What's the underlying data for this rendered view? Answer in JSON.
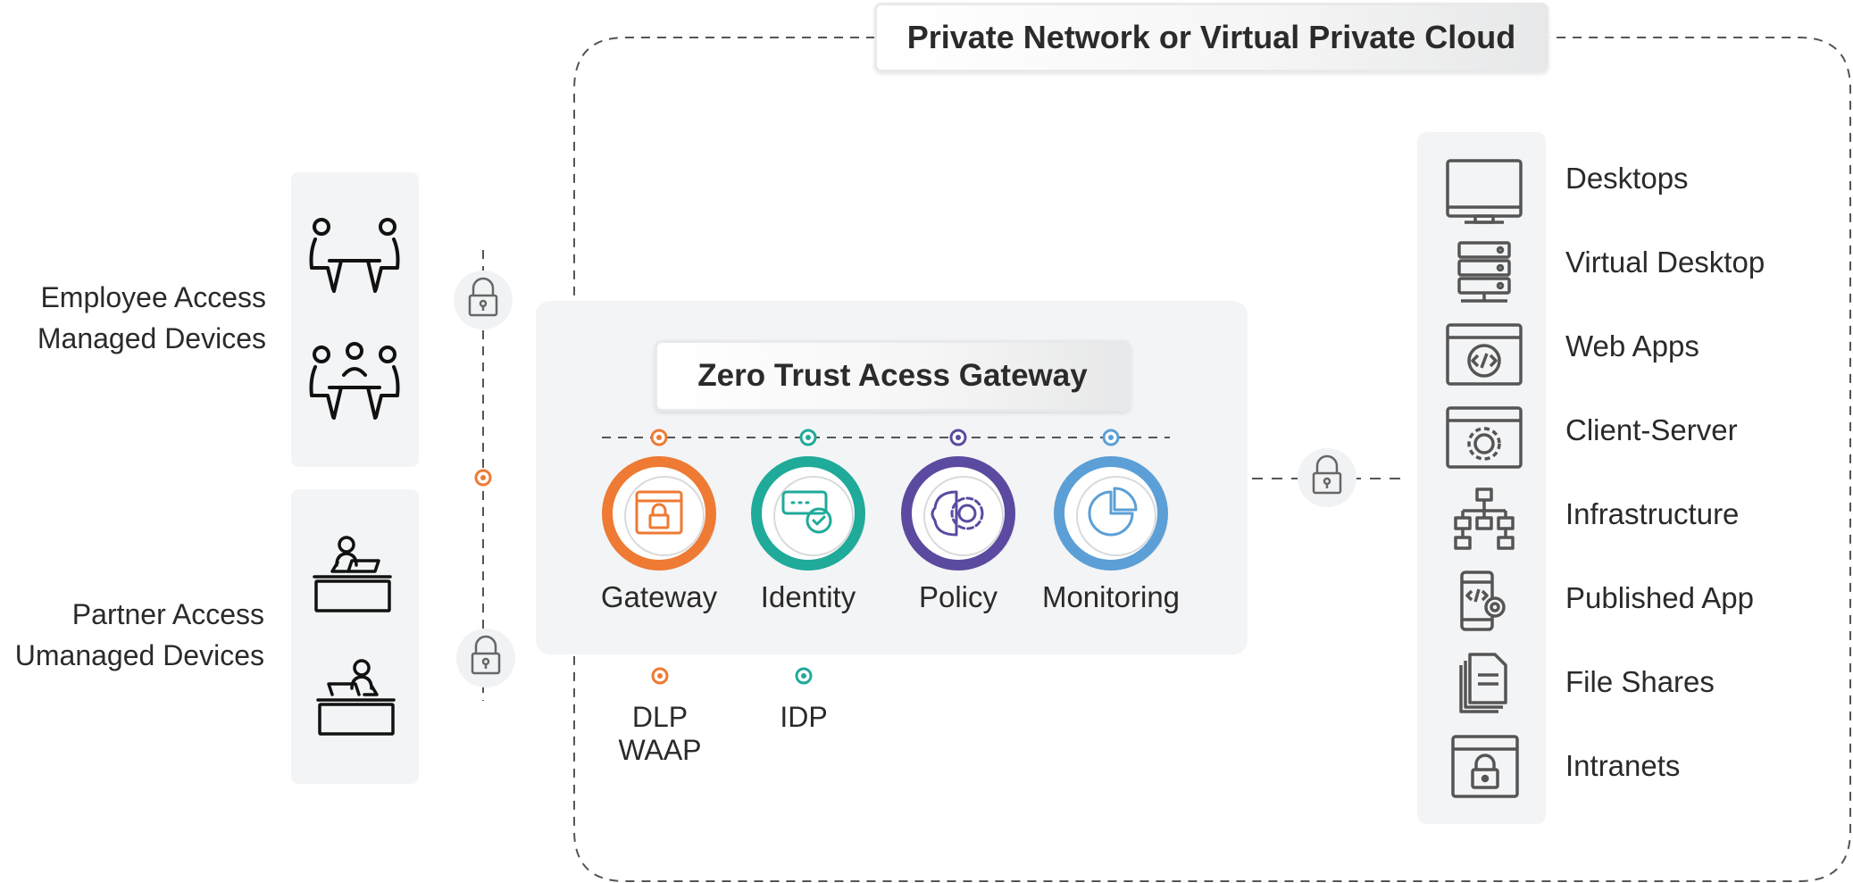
{
  "cloud": {
    "title": "Private Network or Virtual Private Cloud"
  },
  "gateway": {
    "title": "Zero Trust Acess Gateway",
    "components": [
      {
        "label": "Gateway",
        "color": "#ee7a33",
        "icon": "browser-lock-icon"
      },
      {
        "label": "Identity",
        "color": "#1faa9a",
        "icon": "password-check-icon"
      },
      {
        "label": "Policy",
        "color": "#5b4aa0",
        "icon": "brain-gear-icon"
      },
      {
        "label": "Monitoring",
        "color": "#5b9fd6",
        "icon": "pie-chart-icon"
      }
    ],
    "extras": [
      {
        "line1": "DLP",
        "line2": "WAAP",
        "color": "#ee7a33"
      },
      {
        "line1": "IDP",
        "line2": "",
        "color": "#1faa9a"
      }
    ]
  },
  "access": {
    "employee": {
      "line1": "Employee Access",
      "line2": "Managed Devices"
    },
    "partner": {
      "line1": "Partner Access",
      "line2": "Umanaged Devices"
    }
  },
  "services": [
    {
      "label": "Desktops",
      "icon": "monitor-icon"
    },
    {
      "label": "Virtual Desktop",
      "icon": "server-stack-icon"
    },
    {
      "label": "Web Apps",
      "icon": "browser-code-icon"
    },
    {
      "label": "Client-Server",
      "icon": "browser-gear-icon"
    },
    {
      "label": "Infrastructure",
      "icon": "hierarchy-icon"
    },
    {
      "label": "Published App",
      "icon": "phone-code-icon"
    },
    {
      "label": "File Shares",
      "icon": "documents-icon"
    },
    {
      "label": "Intranets",
      "icon": "browser-lock-icon"
    }
  ],
  "colors": {
    "panel": "#f3f4f5",
    "line": "#555555",
    "icon": "#555555",
    "orange": "#ee7a33"
  }
}
